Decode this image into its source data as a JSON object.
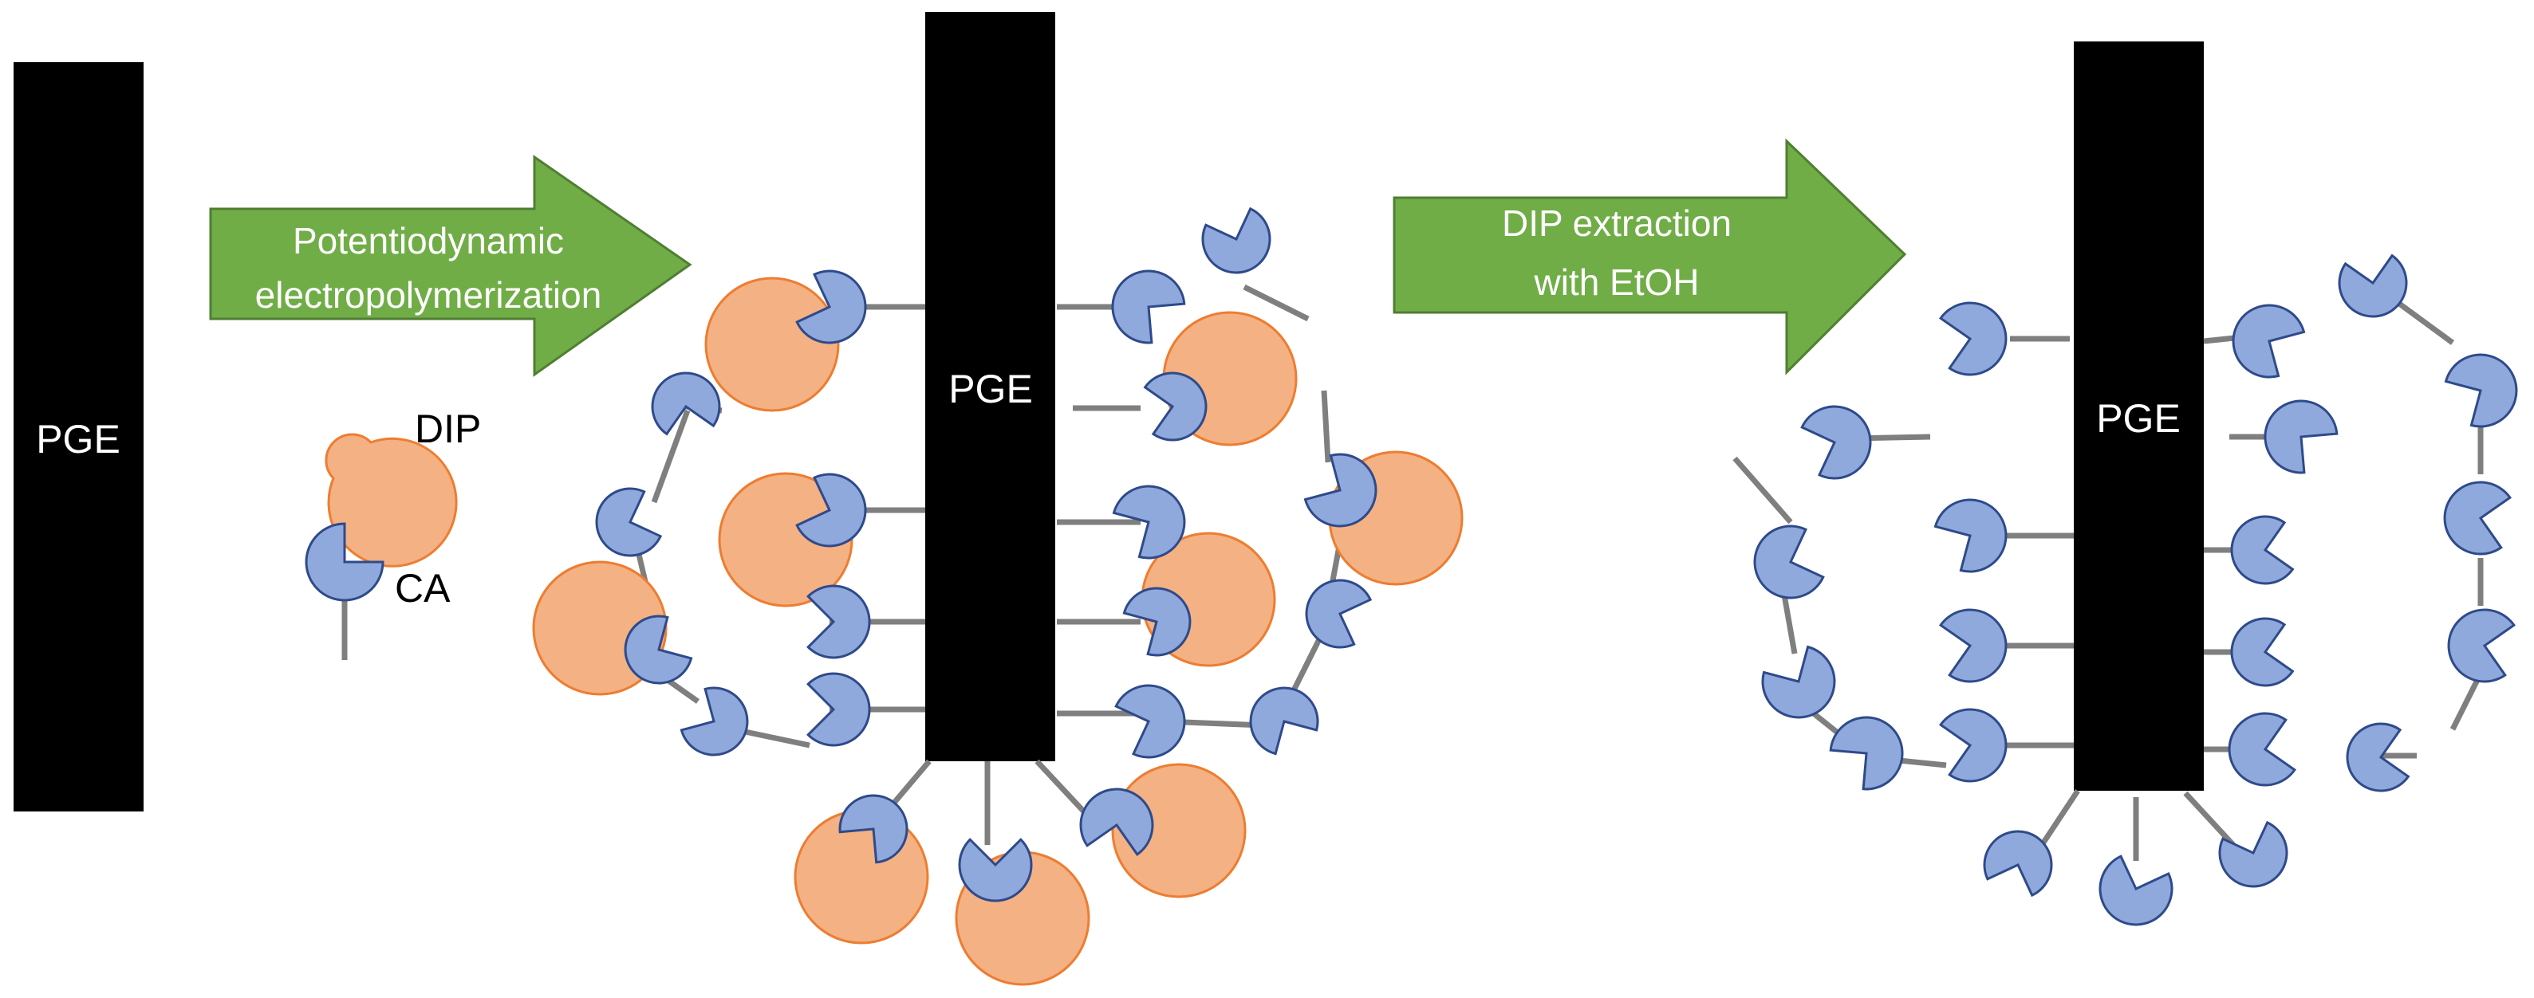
{
  "electrode_label": "PGE",
  "arrows": {
    "step1": {
      "line1": "Potentiodynamic",
      "line2": "electropolymerization"
    },
    "step2": {
      "line1": "DIP extraction",
      "line2": "with EtOH"
    }
  },
  "legend": {
    "dip": "DIP",
    "ca": "CA"
  },
  "colors": {
    "electrode": "#000000",
    "arrow": "#70ad47",
    "ca_fill": "#8fa9dc",
    "ca_stroke": "#2f4a8a",
    "dip_fill": "#f4b183",
    "dip_stroke": "#ed7d31",
    "linker": "#7f7f7f"
  }
}
